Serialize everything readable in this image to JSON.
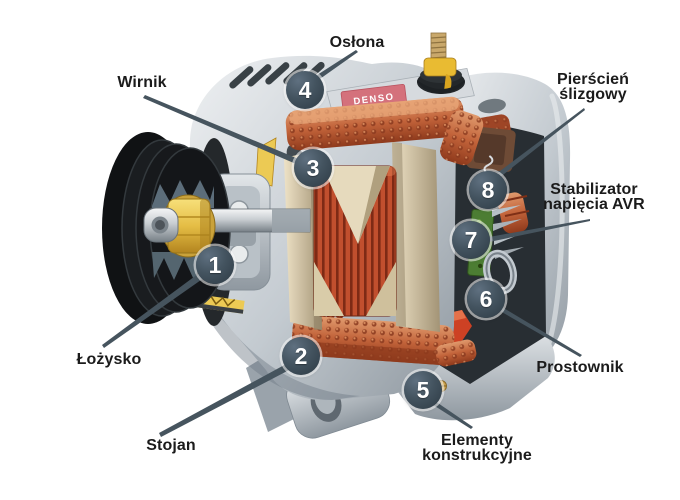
{
  "figure": {
    "subject": "alternator-cutaway-diagram",
    "brand_label": "DENSO"
  },
  "callouts": [
    {
      "number": "1",
      "label": "Łożysko"
    },
    {
      "number": "2",
      "label": "Stojan"
    },
    {
      "number": "3",
      "label": "Wirnik"
    },
    {
      "number": "4",
      "label": "Osłona"
    },
    {
      "number": "5",
      "label": "Elementy konstrukcyjne"
    },
    {
      "number": "6",
      "label": "Prostownik"
    },
    {
      "number": "7",
      "label": "Stabilizator napięcia AVR"
    },
    {
      "number": "8",
      "label": "Pierścień ślizgowy"
    }
  ],
  "colors": {
    "background": "#ffffff",
    "badge": "#3d4b55",
    "badge_text": "#ffffff",
    "badge_ring": "#ffffff",
    "label_text": "#1b1b1b",
    "leader_line": "#46545e",
    "brand_plate": "#d4717c",
    "brand_text": "#ffffff",
    "housing_metal": "#c3cad0",
    "cavity": "#282e33",
    "copper_winding": "#c2633a",
    "rotor_coil": "#c14f2e",
    "claw_pole_cream": "#e6dabd",
    "pulley_black": "#131517",
    "nut_yellow": "#e5bd45",
    "avr_board_green": "#4c7d33",
    "brush_holder_brown": "#6e4b36",
    "rectifier_red": "#cd4124"
  }
}
